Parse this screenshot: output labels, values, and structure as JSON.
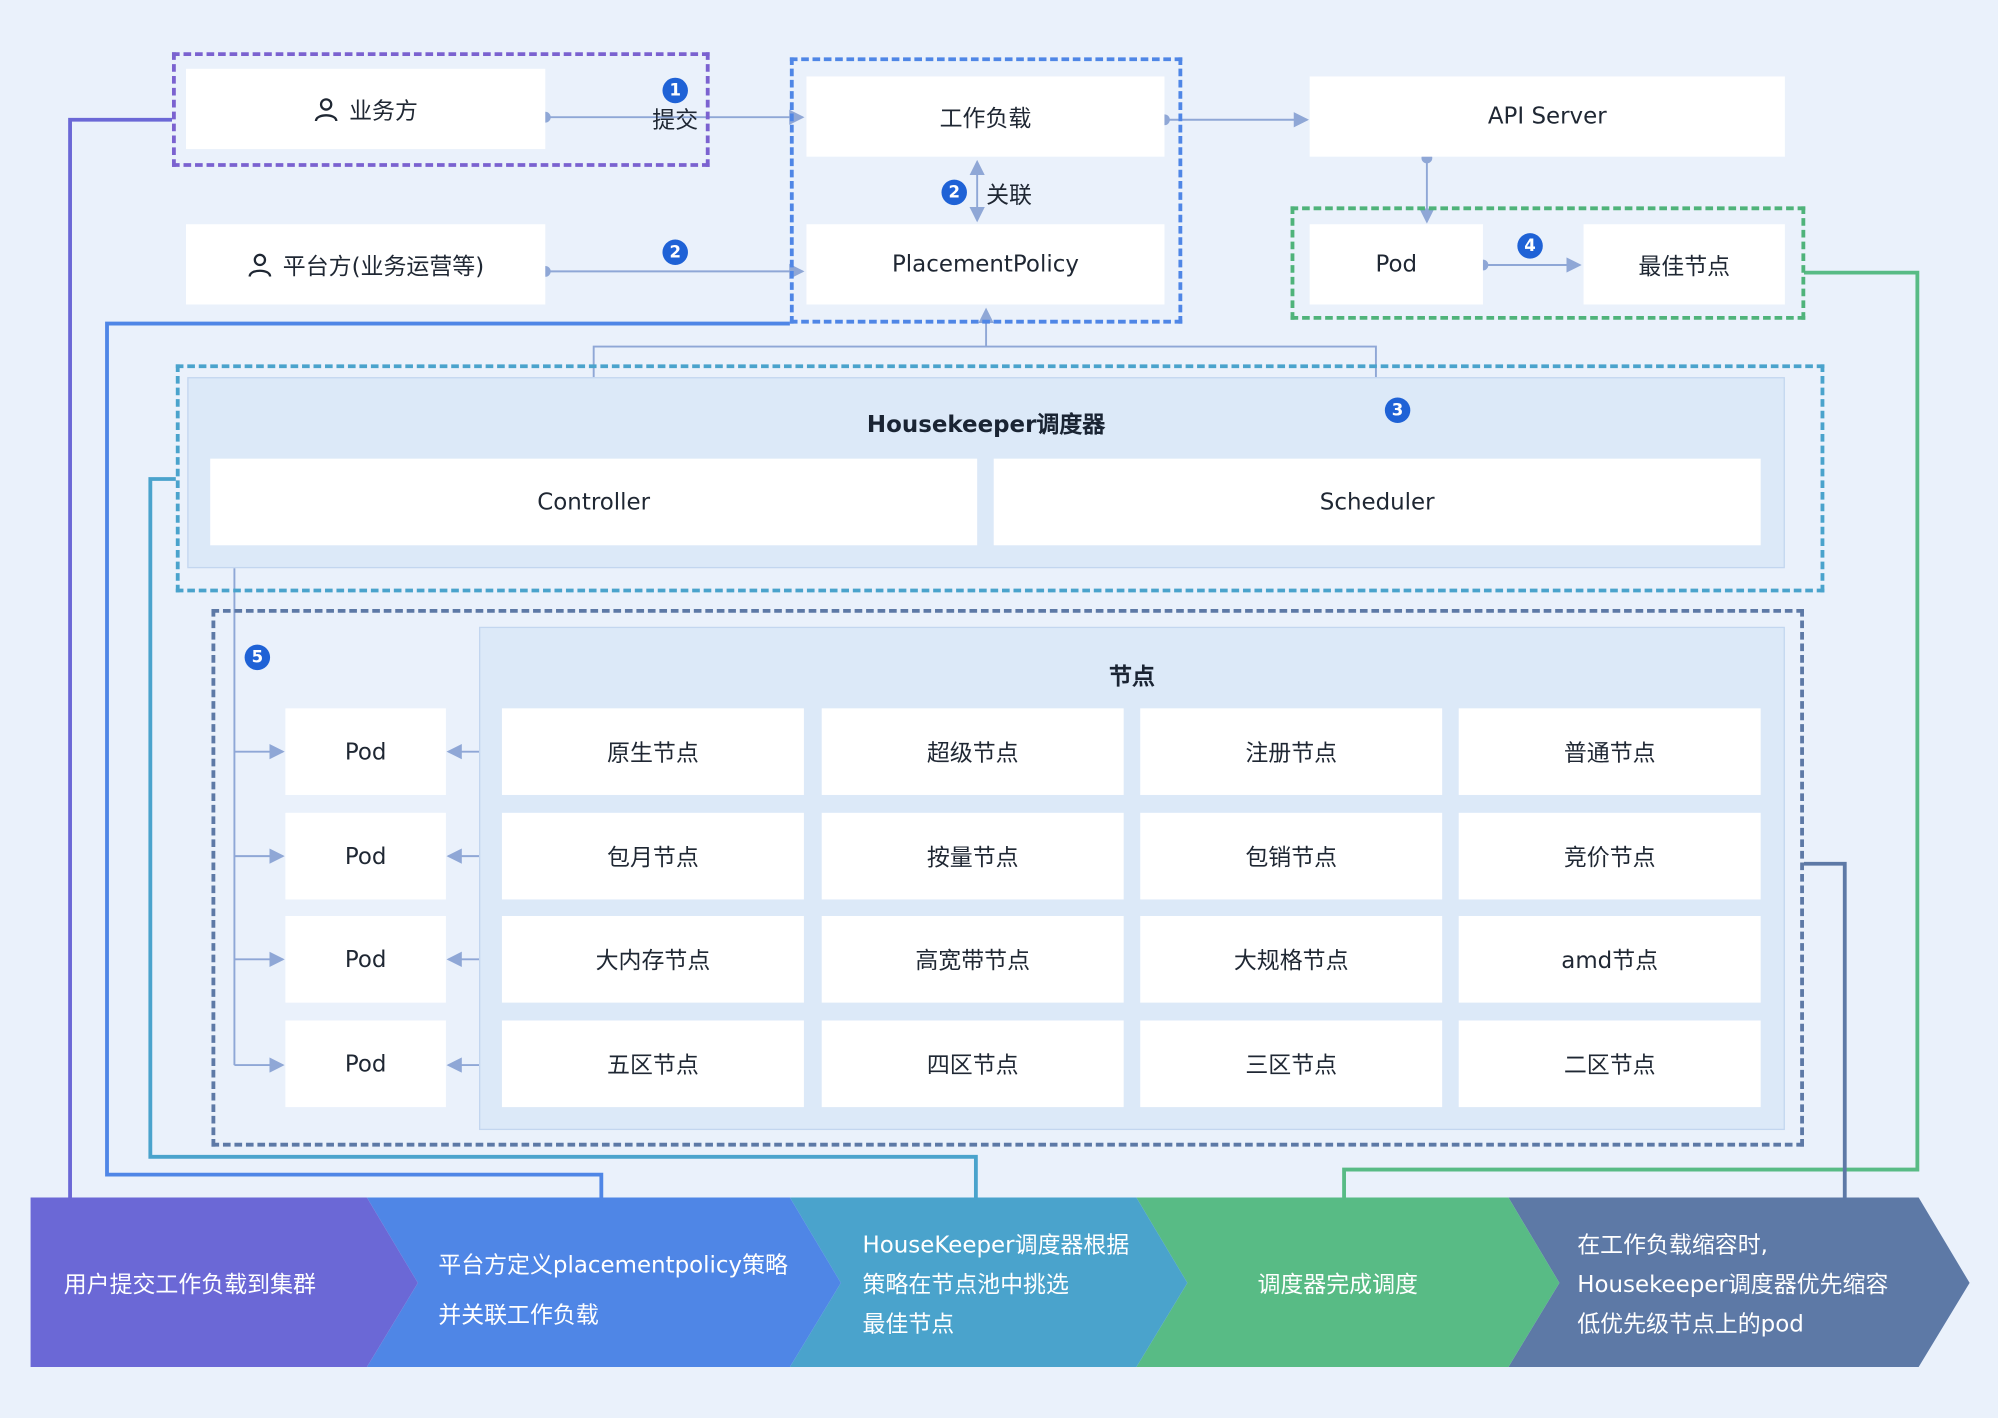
{
  "top": {
    "business": "业务方",
    "platform": "平台方(业务运营等)",
    "submit_label": "提交",
    "workload": "工作负载",
    "relate_label": "关联",
    "placement_policy": "PlacementPolicy",
    "api_server": "API Server",
    "pod": "Pod",
    "best_node": "最佳节点"
  },
  "badges": {
    "b1": "1",
    "b2a": "2",
    "b2b": "2",
    "b3": "3",
    "b4": "4",
    "b5": "5"
  },
  "housekeeper": {
    "title": "Housekeeper调度器",
    "controller": "Controller",
    "scheduler": "Scheduler"
  },
  "nodes": {
    "title": "节点",
    "pods": [
      "Pod",
      "Pod",
      "Pod",
      "Pod"
    ],
    "grid": [
      [
        "原生节点",
        "超级节点",
        "注册节点",
        "普通节点"
      ],
      [
        "包月节点",
        "按量节点",
        "包销节点",
        "竞价节点"
      ],
      [
        "大内存节点",
        "高宽带节点",
        "大规格节点",
        "amd节点"
      ],
      [
        "五区节点",
        "四区节点",
        "三区节点",
        "二区节点"
      ]
    ]
  },
  "steps": [
    {
      "lines": [
        "用户提交工作负载到集群"
      ],
      "color": "#6b68d6"
    },
    {
      "lines": [
        "平台方定义placementpolicy策略",
        "并关联工作负载"
      ],
      "color": "#4f86e6"
    },
    {
      "lines": [
        "HouseKeeper调度器根据",
        "策略在节点池中挑选",
        "最佳节点"
      ],
      "color": "#4aa3cc"
    },
    {
      "lines": [
        "调度器完成调度"
      ],
      "color": "#58bb85"
    },
    {
      "lines": [
        "在工作负载缩容时,",
        "Housekeeper调度器优先缩容",
        "低优先级节点上的pod"
      ],
      "color": "#5d79a6"
    }
  ]
}
